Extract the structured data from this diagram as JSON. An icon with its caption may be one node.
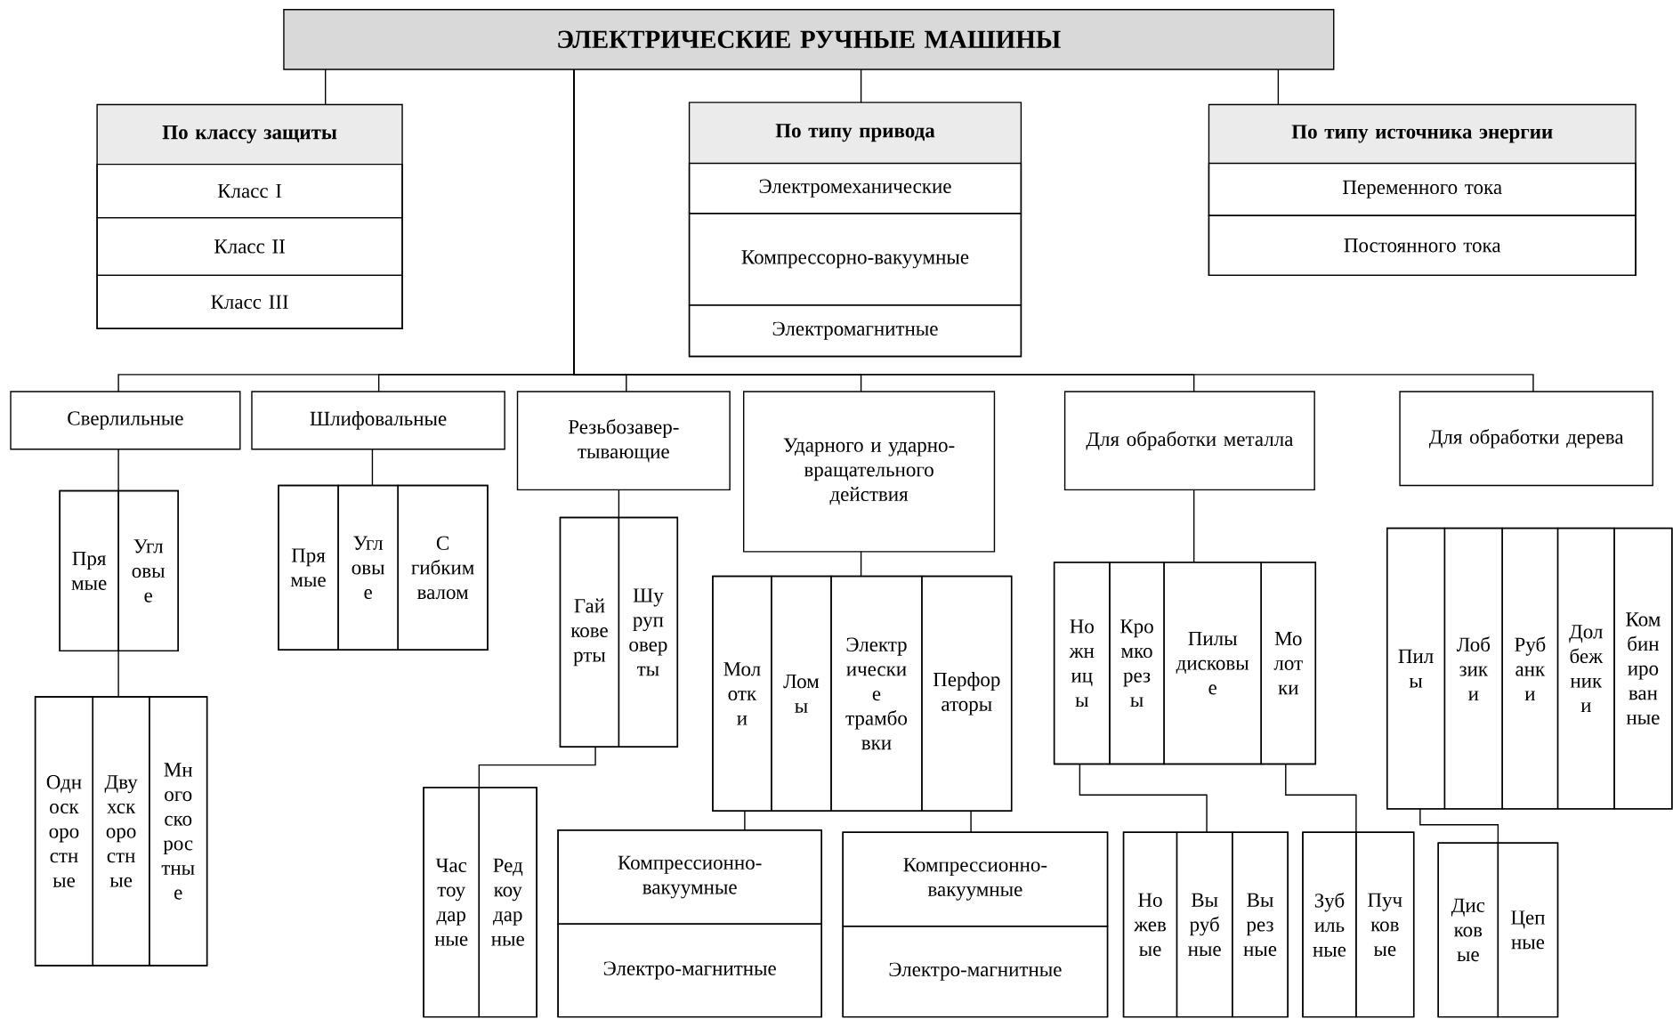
{
  "diagram": {
    "nodes": [
      {
        "text": [
          "ЭЛЕКТРИЧЕСКИЕ РУЧНЫЕ МАШИНЫ"
        ]
      },
      {
        "text": [
          "По классу защиты"
        ]
      },
      {
        "text": [
          "Класс I"
        ],
        "in": 1
      },
      {
        "text": [
          "Класс II"
        ],
        "in": 1
      },
      {
        "text": [
          "Класс III"
        ],
        "in": 1
      },
      {
        "text": [
          "По типу привода"
        ]
      },
      {
        "text": [
          "Электромеханические"
        ],
        "in": 5
      },
      {
        "text": [
          "Компрессорно-вакуумные"
        ],
        "in": 5
      },
      {
        "text": [
          "Электромагнитные"
        ],
        "in": 5
      },
      {
        "text": [
          "По типу источника энергии"
        ]
      },
      {
        "text": [
          "Переменного тока"
        ],
        "in": 9
      },
      {
        "text": [
          "Постоянного тока"
        ],
        "in": 9
      },
      {
        "text": [
          "Сверлильные"
        ]
      },
      {
        "text": [
          "Шлифовальные"
        ]
      },
      {
        "text": [
          "Резьбозавер- тывающие"
        ]
      },
      {
        "text": [
          "Ударного и ударно- вращательного действия"
        ]
      },
      {
        "text": [
          "Для обработки металла"
        ]
      },
      {
        "text": [
          "Для обработки дерева"
        ]
      },
      {
        "text": [],
        "shape": "box"
      },
      {
        "text": [
          "Пря мые"
        ],
        "in": 18
      },
      {
        "text": [
          "Угл овы е"
        ],
        "in": 18
      },
      {
        "text": [],
        "shape": "box"
      },
      {
        "text": [
          "Одн оск оро стн ые"
        ],
        "in": 21
      },
      {
        "text": [
          "Дву хск оро стн ые"
        ],
        "in": 21
      },
      {
        "text": [
          "Мн ого ско рос тны е"
        ],
        "in": 21
      },
      {
        "text": [],
        "shape": "box"
      },
      {
        "text": [
          "Пря мые"
        ],
        "in": 25
      },
      {
        "text": [
          "Угл овы е"
        ],
        "in": 25
      },
      {
        "text": [
          "С гибким валом"
        ],
        "in": 25
      },
      {
        "text": [],
        "shape": "box"
      },
      {
        "text": [
          "Гай кове рты"
        ],
        "in": 29
      },
      {
        "text": [
          "Шу руп овер ты"
        ],
        "in": 29
      },
      {
        "text": [],
        "shape": "box"
      },
      {
        "text": [
          "Час тоу дар ные"
        ],
        "in": 32
      },
      {
        "text": [
          "Ред коу дар ные"
        ],
        "in": 32
      },
      {
        "text": [],
        "shape": "box"
      },
      {
        "text": [
          "Мол отк и"
        ],
        "in": 35
      },
      {
        "text": [
          "Лом ы"
        ],
        "in": 35
      },
      {
        "text": [
          "Электр ически е трамбо вки"
        ],
        "in": 35
      },
      {
        "text": [
          "Перфор аторы"
        ],
        "in": 35
      },
      {
        "text": [],
        "shape": "box"
      },
      {
        "text": [
          "Компрессионно- вакуумные"
        ],
        "in": 40
      },
      {
        "text": [
          "Электро-магнитные"
        ],
        "in": 40
      },
      {
        "text": [],
        "shape": "box"
      },
      {
        "text": [
          "Компрессионно- вакуумные"
        ],
        "in": 43
      },
      {
        "text": [
          "Электро-магнитные"
        ],
        "in": 43
      },
      {
        "text": [],
        "shape": "box"
      },
      {
        "text": [
          "Но жн иц ы"
        ],
        "in": 46
      },
      {
        "text": [
          "Кро мко рез ы"
        ],
        "in": 46
      },
      {
        "text": [
          "Пилы дисковы е"
        ],
        "in": 46
      },
      {
        "text": [
          "Мо лот ки"
        ],
        "in": 46
      },
      {
        "text": [],
        "shape": "box"
      },
      {
        "text": [
          "Но жев ые"
        ],
        "in": 51
      },
      {
        "text": [
          "Вы руб ные"
        ],
        "in": 51
      },
      {
        "text": [
          "Вы рез ные"
        ],
        "in": 51
      },
      {
        "text": [],
        "shape": "box"
      },
      {
        "text": [
          "Зуб иль ные"
        ],
        "in": 55
      },
      {
        "text": [
          "Пуч ков ые"
        ],
        "in": 55
      },
      {
        "text": [],
        "shape": "box"
      },
      {
        "text": [
          "Пил ы"
        ],
        "in": 58
      },
      {
        "text": [
          "Лоб зик и"
        ],
        "in": 58
      },
      {
        "text": [
          "Руб анк и"
        ],
        "in": 58
      },
      {
        "text": [
          "Дол беж ник и"
        ],
        "in": 58
      },
      {
        "text": [
          "Ком бин иро ван ные"
        ],
        "in": 58
      },
      {
        "text": [],
        "shape": "box"
      },
      {
        "text": [
          "Дис ков ые"
        ],
        "in": 64
      },
      {
        "text": [
          "Цеп ные"
        ],
        "in": 64
      }
    ],
    "edges": [
      {
        "from": 0,
        "to": 1,
        "arrow": "none"
      },
      {
        "from": 0,
        "to": 5,
        "arrow": "none"
      },
      {
        "from": 0,
        "to": 9,
        "arrow": "none"
      },
      {
        "from": 0,
        "to": 12,
        "arrow": "none"
      },
      {
        "from": 0,
        "to": 13,
        "arrow": "none"
      },
      {
        "from": 0,
        "to": 14,
        "arrow": "none"
      },
      {
        "from": 0,
        "to": 15,
        "arrow": "none"
      },
      {
        "from": 0,
        "to": 16,
        "arrow": "none"
      },
      {
        "from": 0,
        "to": 17,
        "arrow": "none"
      },
      {
        "from": 12,
        "to": 18,
        "arrow": "none"
      },
      {
        "from": 18,
        "to": 21,
        "arrow": "none"
      },
      {
        "from": 13,
        "to": 25,
        "arrow": "none"
      },
      {
        "from": 14,
        "to": 29,
        "arrow": "none"
      },
      {
        "from": 30,
        "to": 32,
        "arrow": "none"
      },
      {
        "from": 15,
        "to": 35,
        "arrow": "none"
      },
      {
        "from": 36,
        "to": 40,
        "arrow": "none"
      },
      {
        "from": 39,
        "to": 43,
        "arrow": "none"
      },
      {
        "from": 16,
        "to": 46,
        "arrow": "none"
      },
      {
        "from": 47,
        "to": 51,
        "arrow": "none"
      },
      {
        "from": 50,
        "to": 55,
        "arrow": "none"
      },
      {
        "from": 59,
        "to": 64,
        "arrow": "none"
      }
    ]
  }
}
